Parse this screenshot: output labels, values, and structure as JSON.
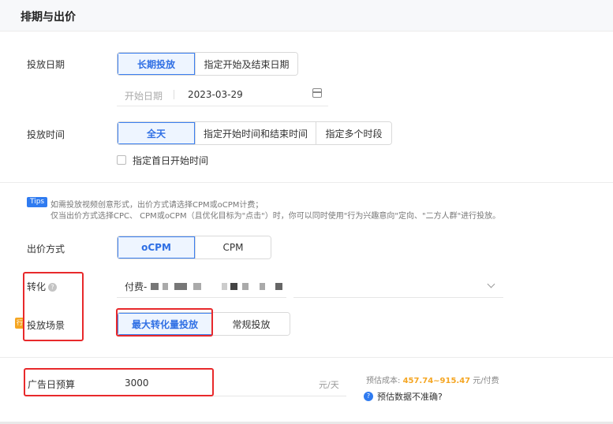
{
  "header": {
    "title": "排期与出价"
  },
  "schedule_date": {
    "label": "投放日期",
    "options": [
      "长期投放",
      "指定开始及结束日期"
    ],
    "start_placeholder": "开始日期",
    "start_value": "2023-03-29"
  },
  "schedule_time": {
    "label": "投放时间",
    "options": [
      "全天",
      "指定开始时间和结束时间",
      "指定多个时段"
    ],
    "checkbox_label": "指定首日开始时间"
  },
  "tips": {
    "badge": "Tips",
    "line1": "如需投放视频创意形式，出价方式请选择CPM或oCPM计费；",
    "line2": "仅当出价方式选择CPC、 CPM或oCPM（且优化目标为\"点击\"）时，你可以同时使用\"行为兴趣意向\"定向、\"二方人群\"进行投放。"
  },
  "bid_method": {
    "label": "出价方式",
    "options": [
      "oCPM",
      "CPM"
    ]
  },
  "conversion": {
    "label": "转化",
    "help_icon": "?",
    "prefix": "付费-"
  },
  "scene": {
    "side_tag": "行",
    "label": "投放场景",
    "options": [
      "最大转化量投放",
      "常规投放"
    ]
  },
  "budget": {
    "label": "广告日预算",
    "value": "3000",
    "unit": "元/天",
    "estimate_prefix": "预估成本: ",
    "estimate_range": "457.74~915.47",
    "estimate_suffix": " 元/付费",
    "question_link": "预估数据不准确?"
  }
}
